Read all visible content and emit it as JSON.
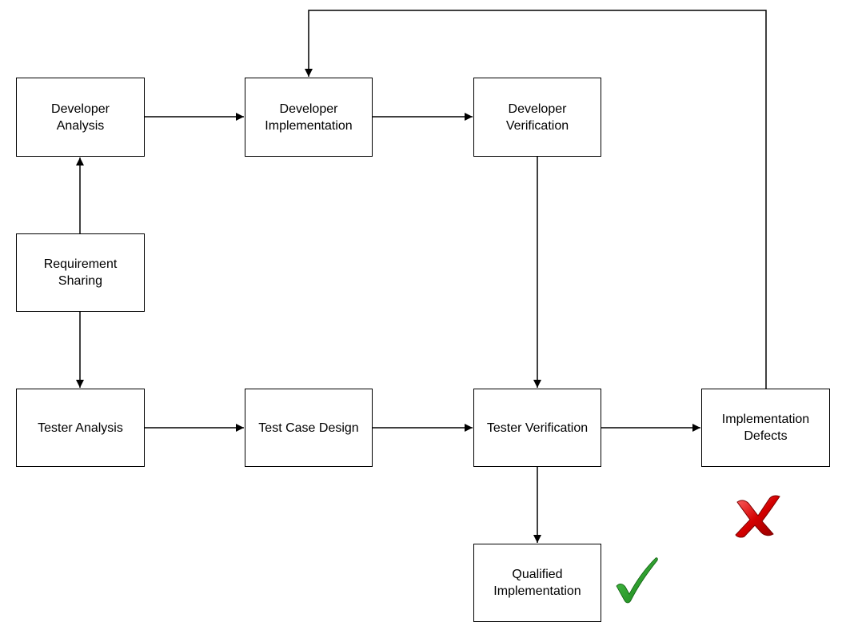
{
  "nodes": {
    "developer_analysis": "Developer\nAnalysis",
    "developer_implementation": "Developer\nImplementation",
    "developer_verification": "Developer\nVerification",
    "requirement_sharing": "Requirement\nSharing",
    "tester_analysis": "Tester Analysis",
    "test_case_design": "Test Case Design",
    "tester_verification": "Tester Verification",
    "implementation_defects": "Implementation\nDefects",
    "qualified_implementation": "Qualified\nImplementation"
  },
  "edges": [
    {
      "from": "requirement_sharing",
      "to": "developer_analysis"
    },
    {
      "from": "requirement_sharing",
      "to": "tester_analysis"
    },
    {
      "from": "developer_analysis",
      "to": "developer_implementation"
    },
    {
      "from": "developer_implementation",
      "to": "developer_verification"
    },
    {
      "from": "developer_verification",
      "to": "tester_verification"
    },
    {
      "from": "tester_analysis",
      "to": "test_case_design"
    },
    {
      "from": "test_case_design",
      "to": "tester_verification"
    },
    {
      "from": "tester_verification",
      "to": "implementation_defects"
    },
    {
      "from": "tester_verification",
      "to": "qualified_implementation"
    },
    {
      "from": "implementation_defects",
      "to": "developer_implementation"
    }
  ],
  "markers": {
    "fail_icon": "red-cross-icon",
    "pass_icon": "green-check-icon",
    "fail_color": "#cc0000",
    "pass_color": "#1f8a1f"
  }
}
